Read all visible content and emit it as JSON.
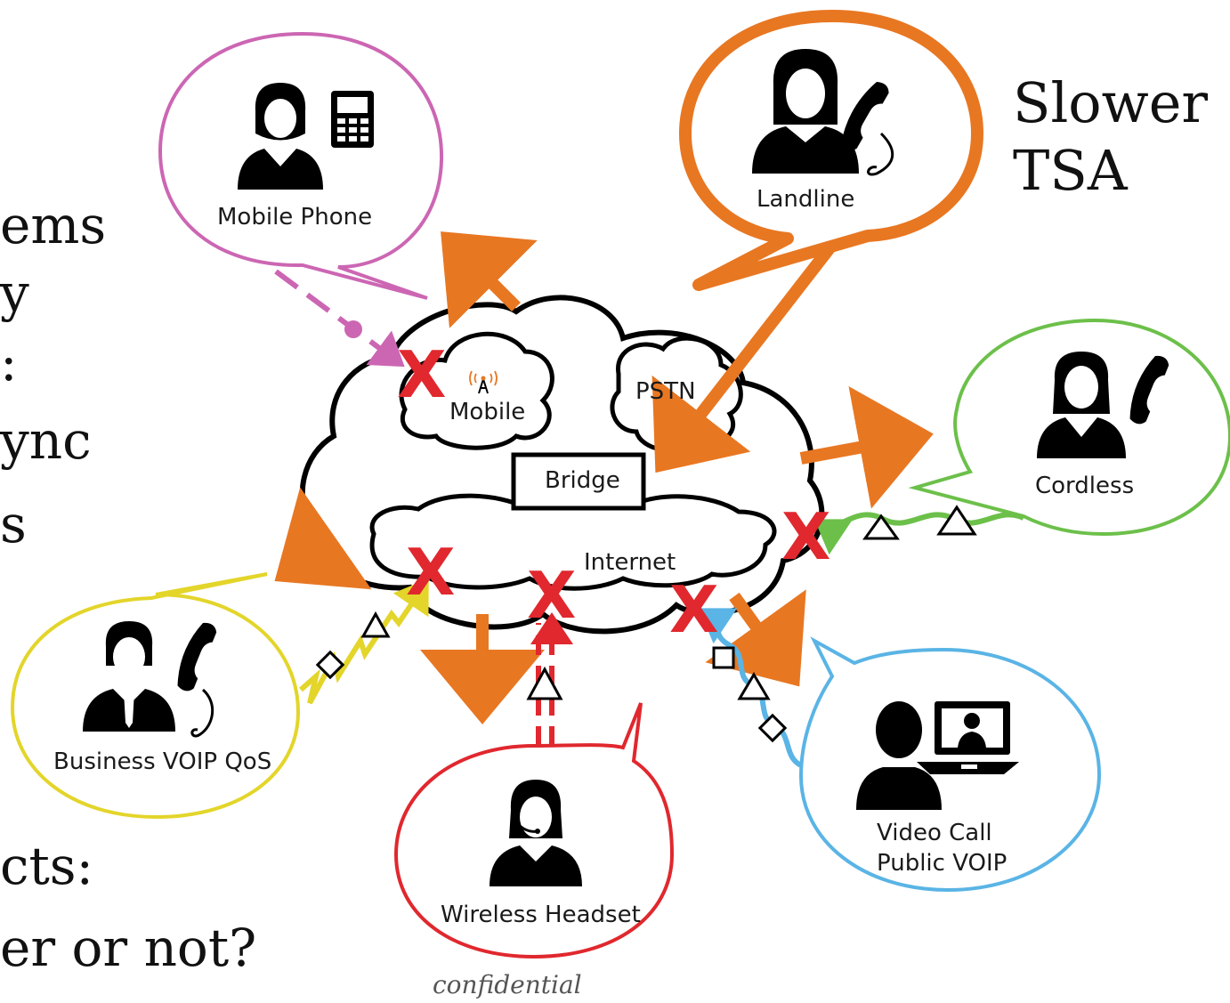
{
  "slide": {
    "left_fragments": [
      "ems",
      "y",
      ":",
      "ync",
      "s",
      "cts:",
      "er or not?"
    ],
    "right_note": [
      "Slower",
      "TSA"
    ],
    "footer": "confidential"
  },
  "nodes": {
    "mobile_phone": "Mobile Phone",
    "landline": "Landline",
    "cordless": "Cordless",
    "business_voip": "Business VOIP QoS",
    "wireless_headset": "Wireless Headset",
    "video_call": [
      "Video Call",
      "Public VOIP"
    ]
  },
  "network": {
    "mobile": "Mobile",
    "pstn": "PSTN",
    "bridge": "Bridge",
    "internet": "Internet"
  },
  "colors": {
    "orange": "#e87722",
    "pink": "#cc66b3",
    "green": "#6cc04a",
    "yellow": "#e3d52a",
    "red": "#e0282e",
    "blue": "#5ab4e5",
    "fail_x": "#e0282e"
  },
  "icons": {
    "phone": "phone-handset-icon",
    "person": "person-icon",
    "mobile": "mobile-phone-icon",
    "tower": "antenna-tower-icon",
    "laptop": "laptop-icon",
    "failure": "x-mark-icon"
  }
}
